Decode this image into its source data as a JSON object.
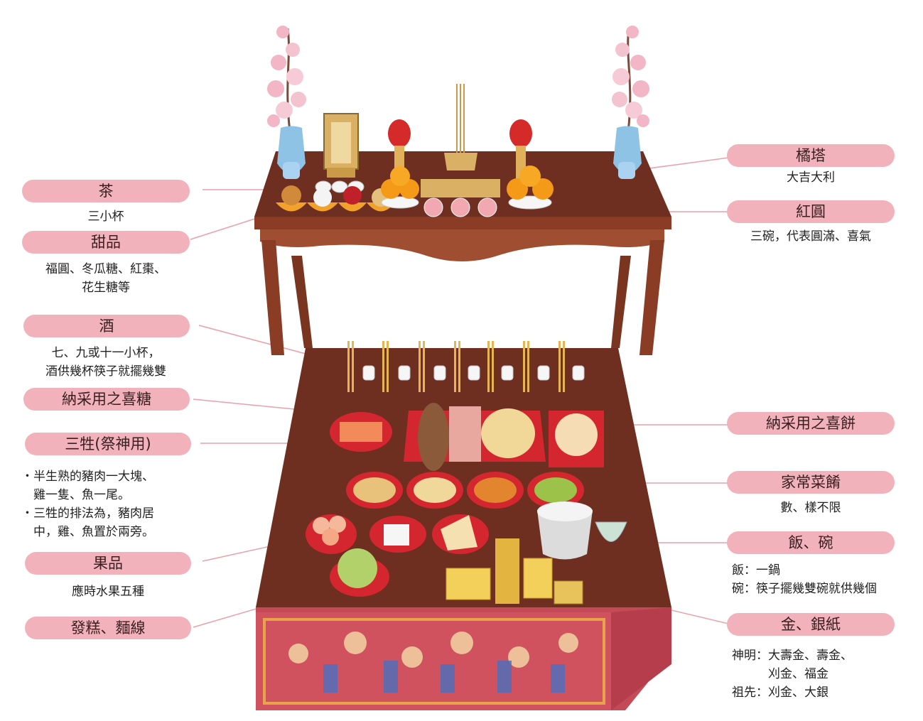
{
  "labels": {
    "tea": {
      "title": "茶",
      "desc": [
        "三小杯"
      ]
    },
    "sweets": {
      "title": "甜品",
      "desc": [
        "福圓、冬瓜糖、紅棗、",
        "花生糖等"
      ]
    },
    "wine": {
      "title": "酒",
      "desc": [
        "七、九或十一小杯，",
        "酒供幾杯筷子就擺幾雙"
      ]
    },
    "wedding_candy": {
      "title": "納采用之喜糖",
      "desc": []
    },
    "three_meats": {
      "title": "三牲(祭神用)",
      "desc": [
        "・半生熟的豬肉一大塊、",
        "　雞一隻、魚一尾。",
        "・三牲的排法為，豬肉居",
        "　中，雞、魚置於兩旁。"
      ]
    },
    "fruits": {
      "title": "果品",
      "desc": [
        "應時水果五種"
      ]
    },
    "cake_noodles": {
      "title": "發糕、麵線",
      "desc": []
    },
    "orange_tower": {
      "title": "橘塔",
      "desc": [
        "大吉大利"
      ]
    },
    "red_balls": {
      "title": "紅圓",
      "desc": [
        "三碗，代表圓滿、喜氣"
      ]
    },
    "wedding_cake": {
      "title": "納采用之喜餅",
      "desc": []
    },
    "dishes": {
      "title": "家常菜餚",
      "desc": [
        "數、樣不限"
      ]
    },
    "rice_bowls": {
      "title": "飯、碗",
      "desc": [
        "飯：一鍋",
        "碗：筷子擺幾雙碗就供幾個"
      ]
    },
    "paper_money": {
      "title": "金、銀紙",
      "desc": [
        "神明：大壽金、壽金、",
        "　　　刈金、福金",
        "祖先：刈金、大銀"
      ]
    }
  },
  "colors": {
    "pill": "#f2b2bb",
    "leader": "#e9a0aa",
    "table_top": "#6e2f20",
    "wood": "#9a4a30",
    "tablecloth": "#c44a58"
  }
}
